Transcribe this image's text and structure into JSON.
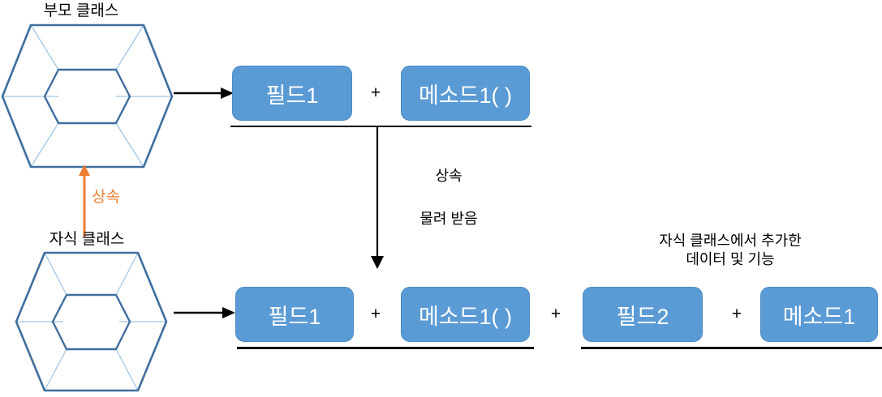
{
  "diagram": {
    "title_parent": "부모 클래스",
    "title_child": "자식 클래스",
    "inheritance_arrow_label": "상속",
    "mid_label_1": "상속",
    "mid_label_2": "물려 받음",
    "child_extra_caption_line1": "자식 클래스에서 추가한",
    "child_extra_caption_line2": "데이터 및 기능",
    "plus_symbol": "+",
    "colors": {
      "box_fill": "#5B9BD5",
      "box_border": "#4A8AC4",
      "hex_stroke": "#3E6E9E",
      "hex_spoke": "#9DC3E6",
      "arrow_black": "#000000",
      "arrow_orange": "#ED7D31",
      "text_dark": "#000000",
      "text_on_box": "#FFFFFF"
    },
    "parent_members": [
      {
        "label": "필드1"
      },
      {
        "label": "메소드1( )"
      }
    ],
    "child_inherited_members": [
      {
        "label": "필드1"
      },
      {
        "label": "메소드1( )"
      }
    ],
    "child_added_members": [
      {
        "label": "필드2"
      },
      {
        "label": "메소드1"
      }
    ]
  }
}
